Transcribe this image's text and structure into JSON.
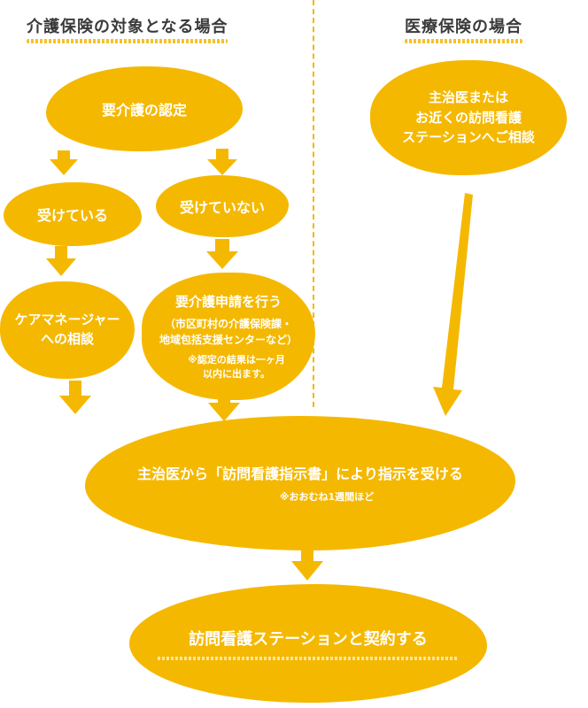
{
  "headings": {
    "left": "介護保険の対象となる場合",
    "right": "医療保険の場合"
  },
  "nodes": {
    "certification": "要介護の認定",
    "receiving": "受けている",
    "not_receiving": "受けていない",
    "care_manager_line1": "ケアマネージャー",
    "care_manager_line2": "への相談",
    "apply_title": "要介護申請を行う",
    "apply_detail_line1": "（市区町村の介護保険課・",
    "apply_detail_line2": "地域包括支援センターなど）",
    "apply_note_line1": "※認定の結果は一ヶ月",
    "apply_note_line2": "以内に出ます。",
    "doctor_line1": "主治医または",
    "doctor_line2": "お近くの訪問看護",
    "doctor_line3": "ステーションへご相談",
    "instruction_main": "主治医から「訪問看護指示書」により指示を受ける",
    "instruction_note": "※おおむね1週間ほど",
    "contract": "訪問看護ステーションと契約する"
  },
  "colors": {
    "accent": "#f5b800",
    "heading_text": "#3a3a3a",
    "node_text": "#ffffff"
  }
}
